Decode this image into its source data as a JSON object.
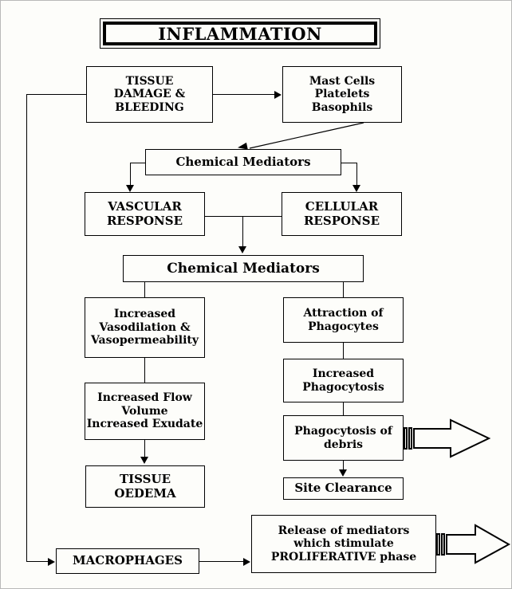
{
  "diagram": {
    "title": "INFLAMMATION",
    "type": "flowchart",
    "nodes": {
      "tissue_damage": "TISSUE\nDAMAGE &\nBLEEDING",
      "tissue_damage_lines": [
        "TISSUE",
        "DAMAGE &",
        "BLEEDING"
      ],
      "mast_cells_lines": [
        "Mast Cells",
        "Platelets",
        "Basophils"
      ],
      "chemical_mediators_1": "Chemical Mediators",
      "vascular_response_lines": [
        "VASCULAR",
        "RESPONSE"
      ],
      "cellular_response_lines": [
        "CELLULAR",
        "RESPONSE"
      ],
      "chemical_mediators_2": "Chemical Mediators",
      "increased_vasodilation_lines": [
        "Increased",
        "Vasodilation &",
        "Vasopermeability"
      ],
      "attraction_phagocytes_lines": [
        "Attraction of",
        "Phagocytes"
      ],
      "increased_flow_lines": [
        "Increased Flow",
        "Volume",
        "Increased Exudate"
      ],
      "increased_phagocytosis_lines": [
        "Increased",
        "Phagocytosis"
      ],
      "tissue_oedema_lines": [
        "TISSUE",
        "OEDEMA"
      ],
      "phagocytosis_debris_lines": [
        "Phagocytosis of",
        "debris"
      ],
      "site_clearance": "Site Clearance",
      "macrophages": "MACROPHAGES",
      "release_mediators_lines": [
        "Release of mediators",
        "which stimulate",
        "PROLIFERATIVE phase"
      ]
    },
    "icons": {
      "block_arrow_right": "block-arrow-right-icon",
      "arrow_down": "arrow-down-icon",
      "arrow_right": "arrow-right-icon"
    },
    "colors": {
      "stroke": "#000000",
      "fill": "#fdfdfa",
      "background": "#fdfdfa"
    }
  }
}
